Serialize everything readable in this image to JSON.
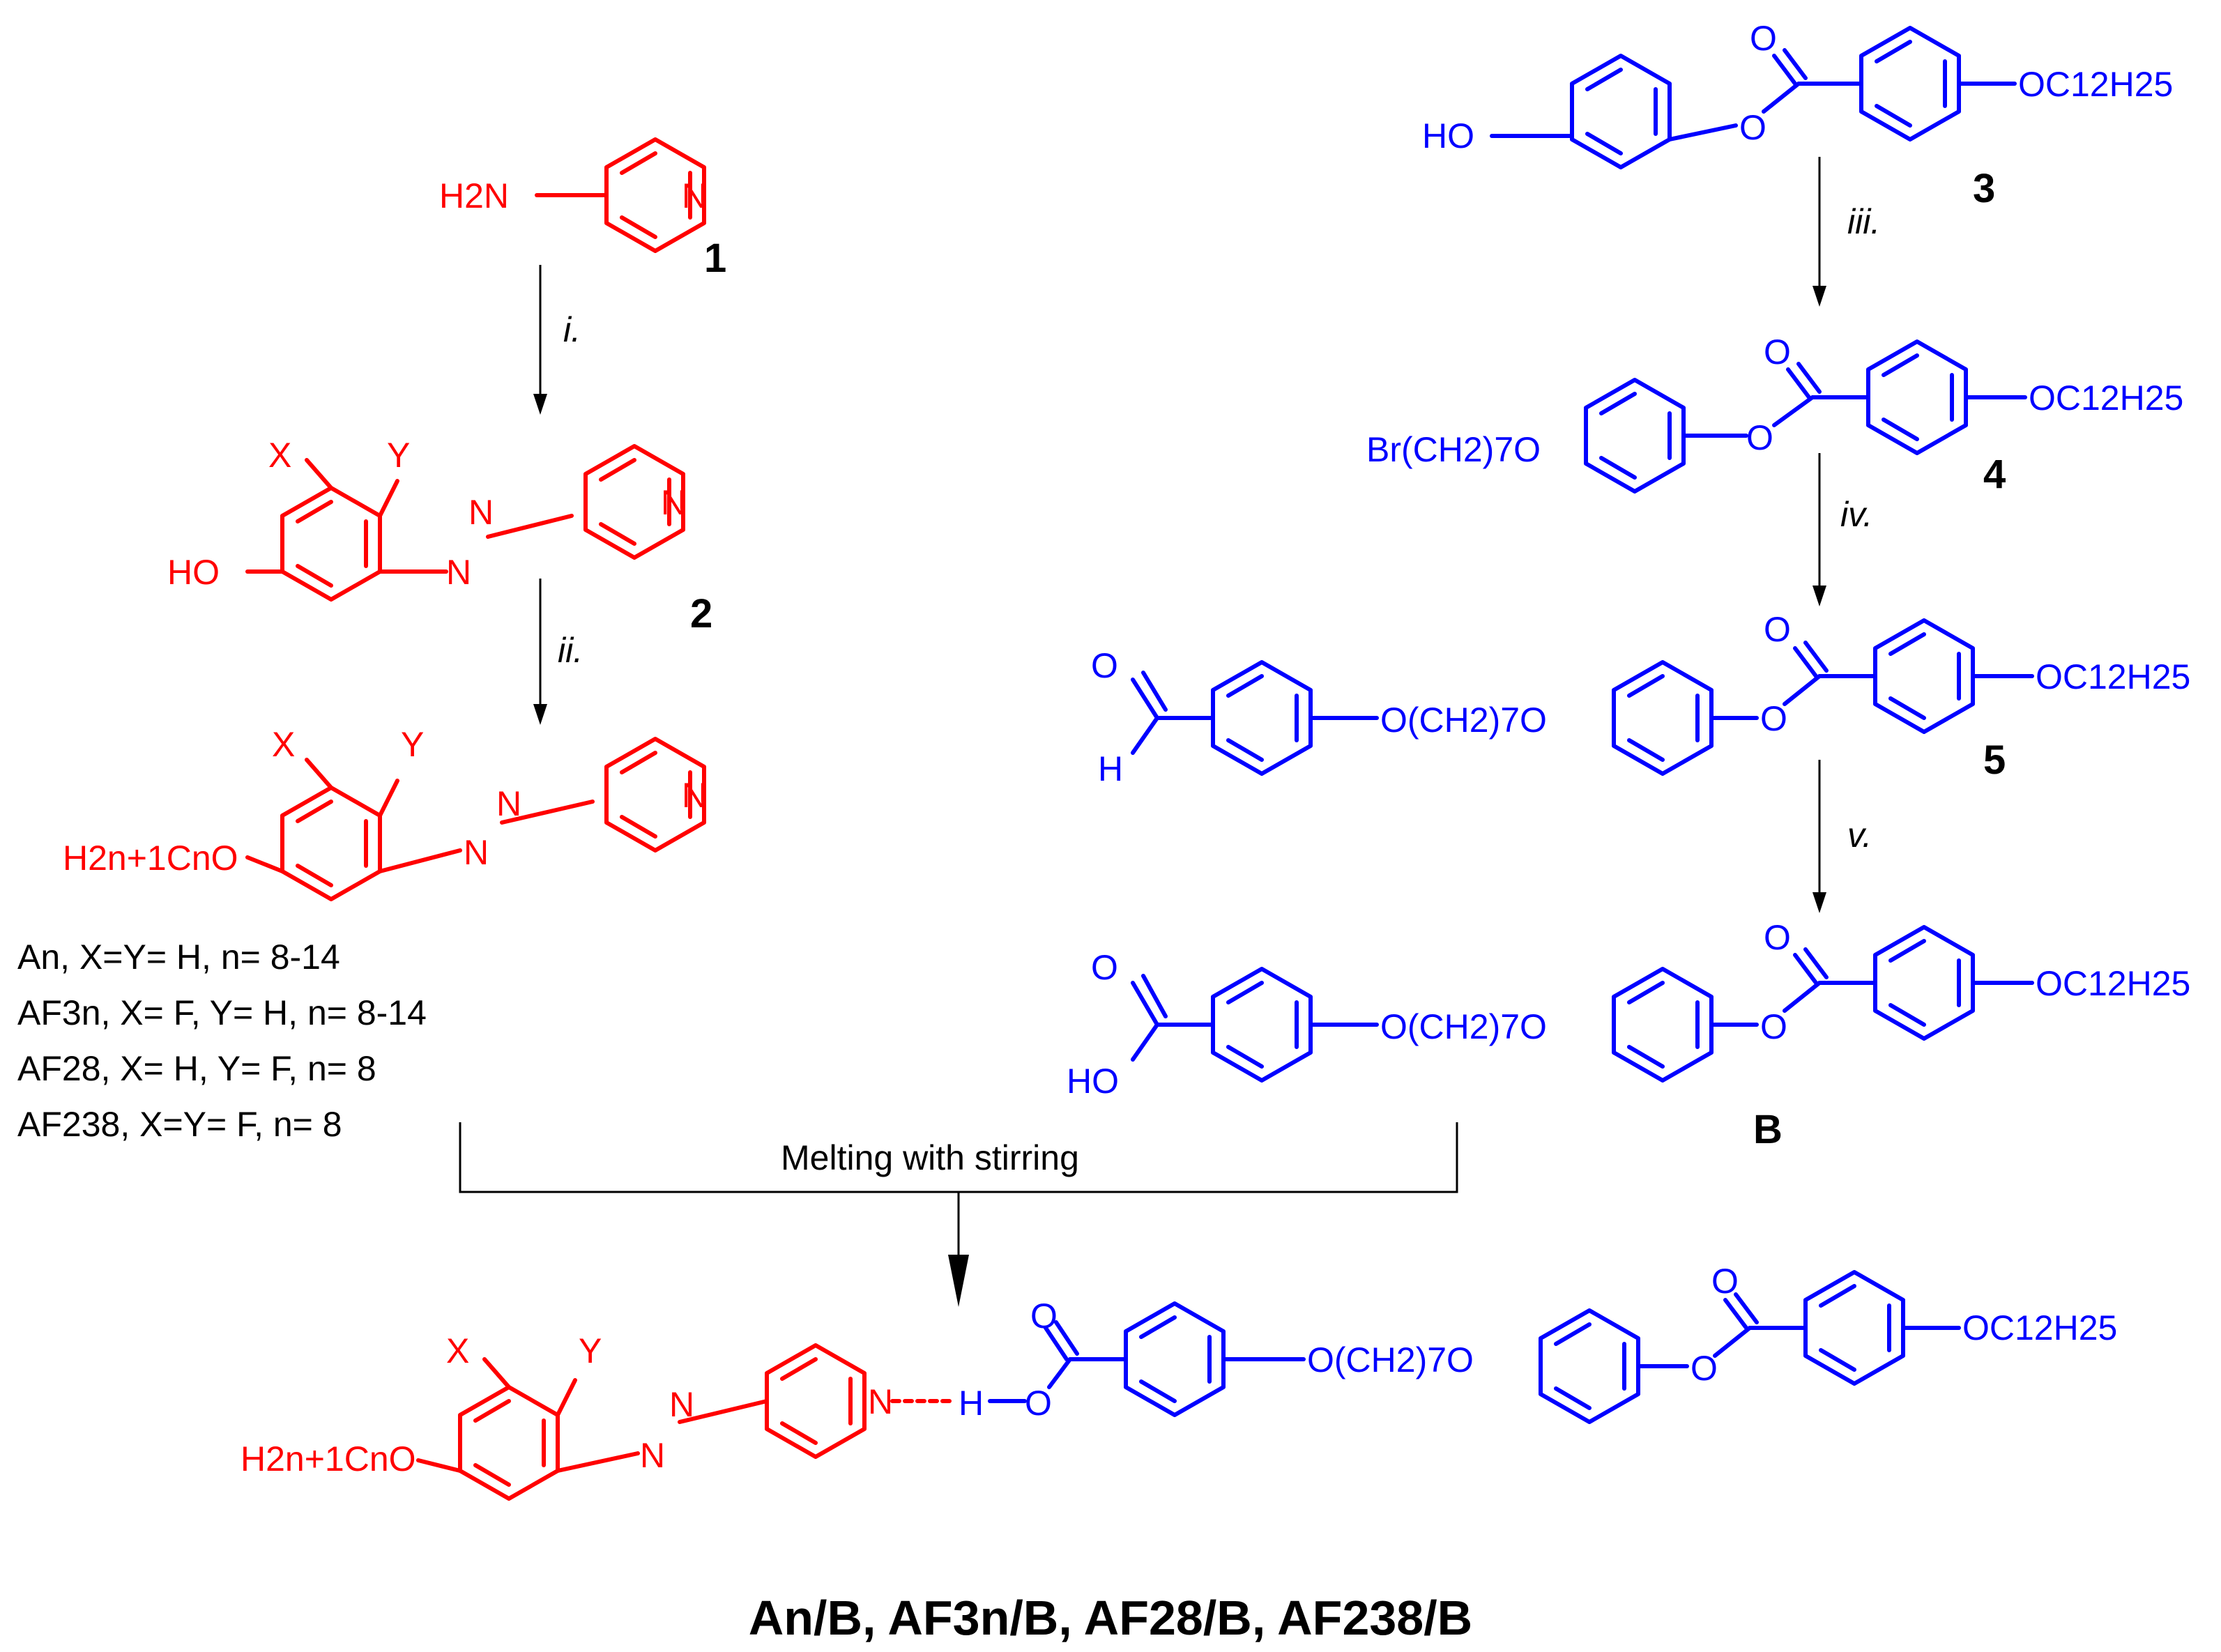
{
  "labels": {
    "nh2": "H2N",
    "ho_left": "HO",
    "ho_right": "HO",
    "ho_acid": "HO",
    "ho_acid_final": "HO",
    "alkoxy_left": "H2n+1CnO",
    "alkoxy_final": "H2n+1CnO",
    "x": "X",
    "y": "Y",
    "n": "N",
    "o": "O",
    "h": "H",
    "br_chain": "Br(CH2)7O",
    "oc12": "OC12H25",
    "o_chain": "O(CH2)7O"
  },
  "compounds": {
    "c1": "1",
    "c2": "2",
    "c3": "3",
    "c4": "4",
    "c5": "5",
    "cB": "B"
  },
  "steps": {
    "i": "i.",
    "ii": "ii.",
    "iii": "iii.",
    "iv": "iv.",
    "v": "v."
  },
  "series": [
    "An, X=Y= H, n= 8-14",
    "AF3n, X= F, Y= H, n= 8-14",
    "AF28, X= H, Y= F, n= 8",
    "AF238, X=Y= F, n= 8"
  ],
  "combine_label": "Melting with stirring",
  "final_title": "An/B, AF3n/B, AF28/B, AF238/B",
  "colors": {
    "component_A": "#ff0000",
    "component_B": "#0000ff",
    "text": "#000000"
  }
}
